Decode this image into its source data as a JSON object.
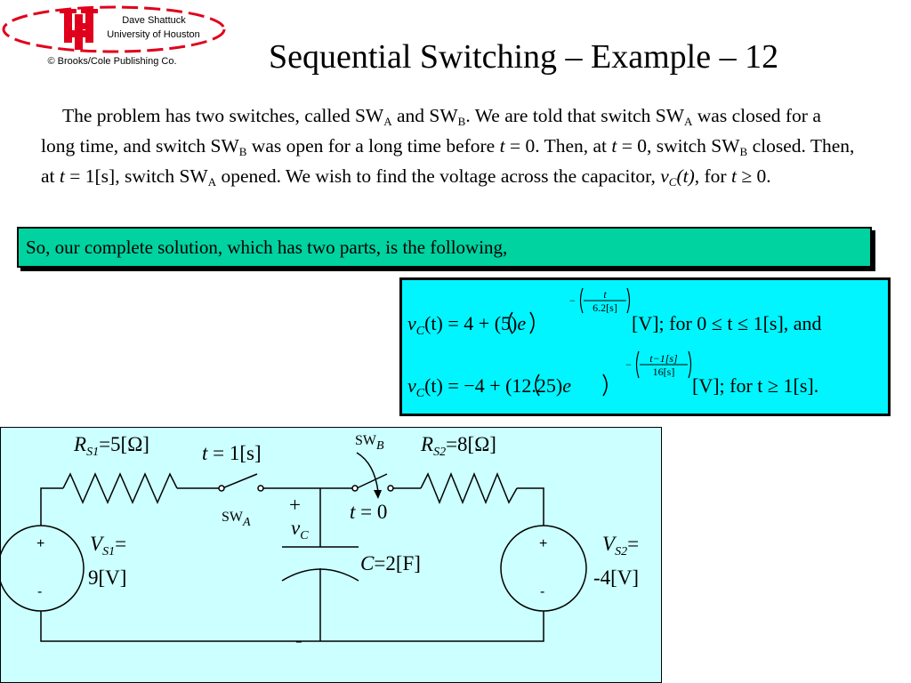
{
  "header": {
    "author": "Dave Shattuck",
    "university": "University of Houston",
    "publisher": "© Brooks/Cole Publishing Co."
  },
  "title": "Sequential Switching – Example – 12",
  "paragraph": {
    "p1": "The problem has two switches, called SW",
    "sub_a": "A",
    "p2": " and SW",
    "sub_b": "B",
    "p3": ".  We are told that switch SW",
    "p4": " was closed for a long time, and switch SW",
    "p5": " was open for a long time before ",
    "t": "t",
    "p6": " = 0.  Then, at ",
    "p7": " = 0, switch SW",
    "p8": " closed.  Then, at ",
    "p9": " = 1[s], switch SW",
    "p10": " opened.  We wish to find the voltage across the capacitor, ",
    "v": "v",
    "sub_c": "C",
    "p11": "(t)",
    "p12": ", for ",
    "p13": " ≥ 0."
  },
  "solution_text": "So, our complete solution, which has two parts, is the following,",
  "equations": {
    "eq1_lhs": "v",
    "eq1_sub": "C",
    "eq1_body": "(t) = 4 + (5)",
    "eq1_e": "e",
    "eq1_exp_minus": "−",
    "eq1_exp_num": "t",
    "eq1_exp_den": "6.2[s]",
    "eq1_tail": "[V];  for 0 ≤ t ≤ 1[s], and",
    "eq2_lhs": "v",
    "eq2_sub": "C",
    "eq2_body": "(t) = −4 + (12.25)",
    "eq2_e": "e",
    "eq2_exp_minus": "−",
    "eq2_exp_num": "t−1[s]",
    "eq2_exp_den": "16[s]",
    "eq2_tail": "[V];  for t ≥ 1[s]."
  },
  "circuit": {
    "rs1_r": "R",
    "rs1_sub": "S1",
    "rs1_val": "=5[Ω]",
    "t1_t": "t",
    "t1_val": " = 1[s]",
    "swa_sw": "SW",
    "swa_sub": "A",
    "swb_sw": "SW",
    "swb_sub": "B",
    "rs2_r": "R",
    "rs2_sub": "S2",
    "rs2_val": "=8[Ω]",
    "t0_t": "t",
    "t0_val": " = 0",
    "plus": "+",
    "minus": "-",
    "vc_v": "v",
    "vc_sub": "C",
    "cap_c": "C",
    "cap_val": "=2[F]",
    "vs1_v": "V",
    "vs1_sub": "S1",
    "vs1_eq": "=",
    "vs1_val": "9[V]",
    "vs2_v": "V",
    "vs2_sub": "S2",
    "vs2_eq": "=",
    "vs2_val": "-4[V]",
    "src_plus": "+",
    "src_minus": "-"
  },
  "colors": {
    "logo_red": "#e0001b",
    "banner_green": "#00d2a0",
    "equation_box": "#00f5ff",
    "circuit_bg": "#ccffff"
  }
}
